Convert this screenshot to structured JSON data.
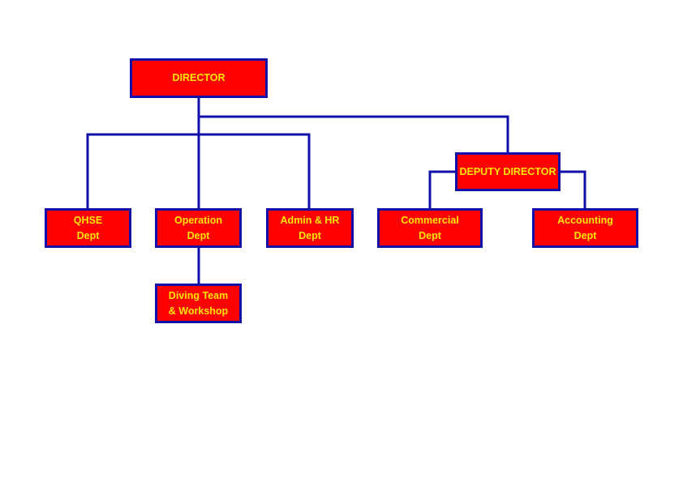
{
  "colors": {
    "box_fill": "#ff0000",
    "box_border": "#1010a8",
    "box_text": "#ffe600",
    "line": "#1010a8"
  },
  "org": {
    "director": {
      "lines": [
        "DIRECTOR"
      ]
    },
    "deputy_director": {
      "lines": [
        "DEPUTY DIRECTOR"
      ]
    },
    "qhse": {
      "lines": [
        "QHSE",
        "Dept"
      ]
    },
    "operation": {
      "lines": [
        "Operation",
        "Dept"
      ]
    },
    "admin_hr": {
      "lines": [
        "Admin & HR",
        "Dept"
      ]
    },
    "commercial": {
      "lines": [
        "Commercial",
        "Dept"
      ]
    },
    "accounting": {
      "lines": [
        "Accounting",
        "Dept"
      ]
    },
    "diving": {
      "lines": [
        "Diving Team",
        "& Workshop"
      ]
    }
  }
}
